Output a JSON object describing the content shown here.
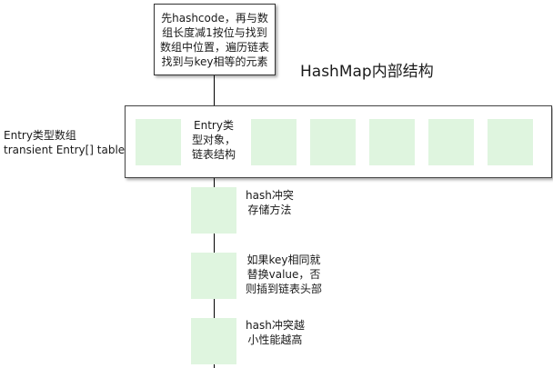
{
  "note": {
    "lines": [
      "先hashcode，再与数",
      "组长度减1按位与找到",
      "数组中位置，遍历链表",
      "找到与key相等的元素"
    ]
  },
  "title": "HashMap内部结构",
  "array_label": {
    "lines": [
      "Entry类型数组",
      "transient Entry[] table;"
    ]
  },
  "entry_label": {
    "lines": [
      "Entry类",
      "型对象，",
      "链表结构"
    ]
  },
  "chain_notes": [
    {
      "lines": [
        "hash冲突",
        "存储方法"
      ]
    },
    {
      "lines": [
        "如果key相同就",
        "替换value，否",
        "则插到链表头部"
      ]
    },
    {
      "lines": [
        "hash冲突越",
        "小性能越高"
      ]
    }
  ],
  "colors": {
    "cell_fill": "#dff5df",
    "border": "#444444"
  }
}
